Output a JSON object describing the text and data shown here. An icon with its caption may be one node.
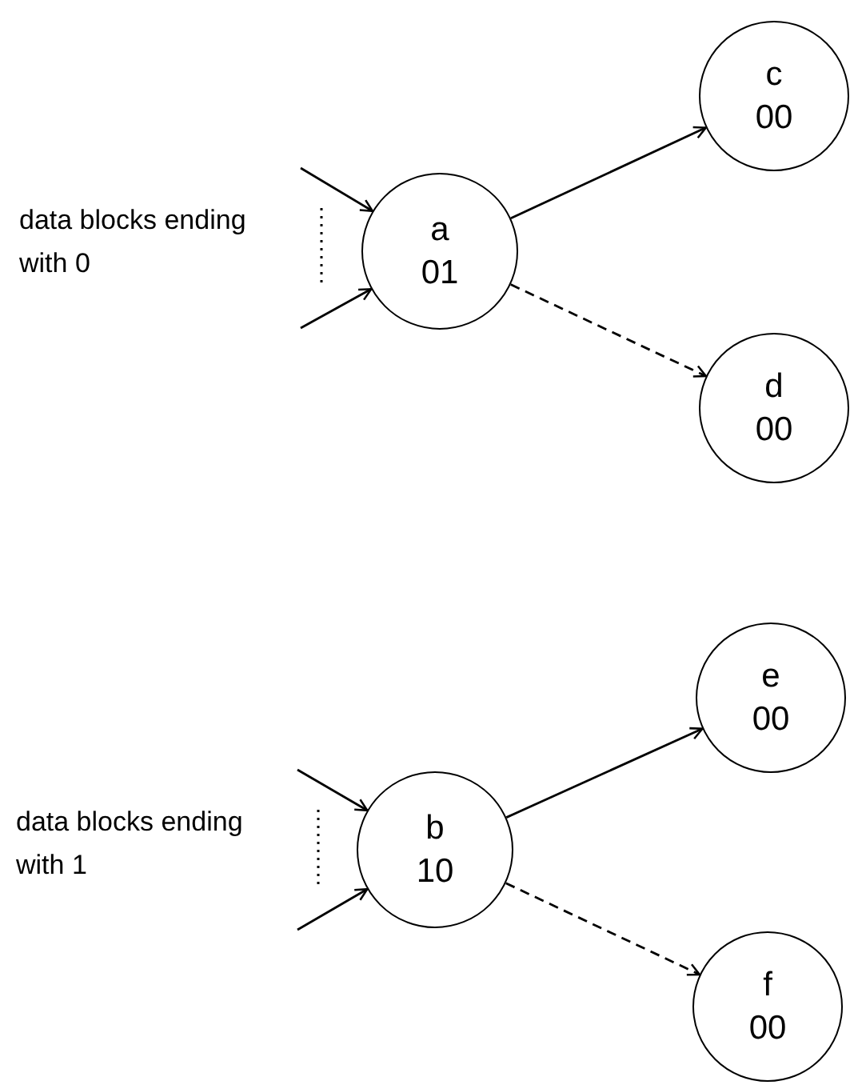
{
  "diagram": {
    "nodes": [
      {
        "text": [
          "a",
          "01"
        ]
      },
      {
        "text": [
          "c",
          "00"
        ]
      },
      {
        "text": [
          "d",
          "00"
        ]
      },
      {
        "text": [
          "b",
          "10"
        ]
      },
      {
        "text": [
          "e",
          "00"
        ]
      },
      {
        "text": [
          "f",
          "00"
        ]
      }
    ],
    "edges": [
      {
        "from": null,
        "to": 0,
        "arrow": "to"
      },
      {
        "from": null,
        "to": 0,
        "arrow": "to"
      },
      {
        "from": 0,
        "to": 1,
        "arrow": "to"
      },
      {
        "from": 0,
        "to": 2,
        "arrow": "to",
        "style": "dashed"
      },
      {
        "from": null,
        "to": 3,
        "arrow": "to"
      },
      {
        "from": null,
        "to": 3,
        "arrow": "to"
      },
      {
        "from": 3,
        "to": 4,
        "arrow": "to"
      },
      {
        "from": 3,
        "to": 5,
        "arrow": "to",
        "style": "dashed"
      }
    ],
    "labels": [
      "data blocks ending with 0",
      "data blocks ending with 1"
    ]
  }
}
